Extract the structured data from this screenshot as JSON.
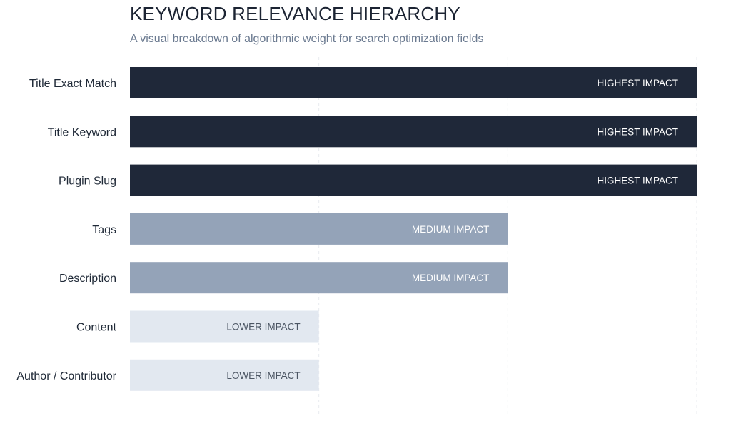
{
  "chart_data": {
    "type": "bar",
    "orientation": "horizontal",
    "title": "KEYWORD RELEVANCE HIERARCHY",
    "subtitle": "A visual breakdown of algorithmic weight for search optimization fields",
    "categories": [
      "Title Exact Match",
      "Title Keyword",
      "Plugin Slug",
      "Tags",
      "Description",
      "Content",
      "Author / Contributor"
    ],
    "values": [
      3,
      3,
      3,
      2,
      2,
      1,
      1
    ],
    "bar_labels": [
      "HIGHEST IMPACT",
      "HIGHEST IMPACT",
      "HIGHEST IMPACT",
      "MEDIUM IMPACT",
      "MEDIUM IMPACT",
      "LOWER IMPACT",
      "LOWER IMPACT"
    ],
    "xlim": [
      0,
      3
    ],
    "grid": true,
    "xlabel": "",
    "ylabel": "",
    "colors": {
      "3": "#1f2839",
      "2": "#94a3b8",
      "1": "#e2e8f0"
    },
    "label_colors": {
      "3": "#ffffff",
      "2": "#ffffff",
      "1": "#4b5563"
    }
  }
}
